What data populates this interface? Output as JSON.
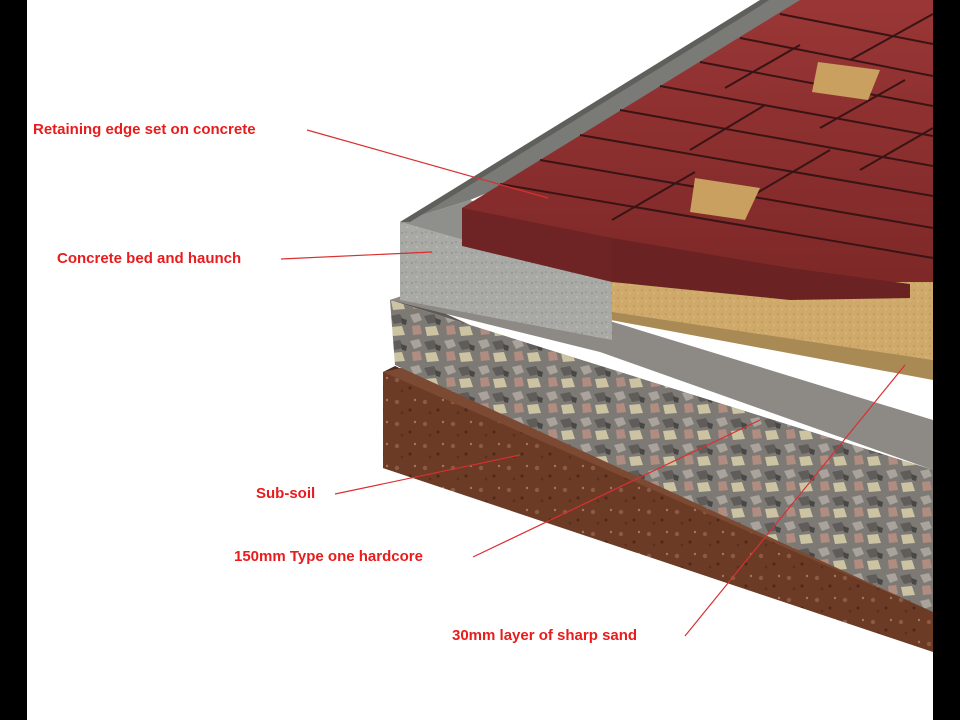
{
  "labels": {
    "retaining_edge": "Retaining edge set on concrete",
    "concrete_bed": "Concrete bed and haunch",
    "sub_soil": "Sub-soil",
    "hardcore": "150mm Type one hardcore",
    "sharp_sand": "30mm layer of sharp sand"
  },
  "colors": {
    "label_text": "#e81c1c",
    "leader_line": "#d93030",
    "brick": "#8e2f2f",
    "brick_mortar": "#3a1414",
    "concrete": "#a9a9a6",
    "sand": "#cfa96a",
    "hardcore": "#8d8a86",
    "sub_soil": "#6b3b26",
    "background": "#ffffff",
    "letterbox": "#000000"
  }
}
